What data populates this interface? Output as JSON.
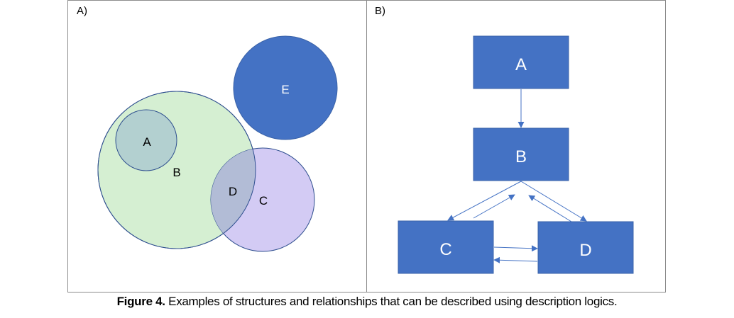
{
  "figure": {
    "caption_label": "Figure 4.",
    "caption_text": " Examples of structures and relationships that can be described using description logics."
  },
  "panel_a": {
    "label": "A)",
    "circles": [
      {
        "id": "B",
        "label": "B",
        "fill": "#d5efd2",
        "stroke": "#2f4f8f"
      },
      {
        "id": "A",
        "label": "A",
        "fill": "#b3d0d0",
        "stroke": "#2f4f8f"
      },
      {
        "id": "C",
        "label": "C",
        "fill": "#d3cbf4",
        "stroke": "#2f4f8f"
      },
      {
        "id": "D",
        "label": "D",
        "fill": "#b2bcd6",
        "stroke": "#2f4f8f"
      },
      {
        "id": "E",
        "label": "E",
        "fill": "#4472c4",
        "stroke": "#3a62a8"
      }
    ],
    "relations": [
      "A is contained in B",
      "D is the overlap of B and C",
      "E is disjoint from B and C"
    ]
  },
  "panel_b": {
    "label": "B)",
    "box_color": "#4472c4",
    "edge_color": "#4472c4",
    "nodes": [
      {
        "id": "A",
        "label": "A"
      },
      {
        "id": "B",
        "label": "B"
      },
      {
        "id": "C",
        "label": "C"
      },
      {
        "id": "D",
        "label": "D"
      }
    ],
    "edges": [
      {
        "from": "A",
        "to": "B"
      },
      {
        "from": "B",
        "to": "C"
      },
      {
        "from": "C",
        "to": "B"
      },
      {
        "from": "B",
        "to": "D"
      },
      {
        "from": "D",
        "to": "B"
      },
      {
        "from": "C",
        "to": "D"
      },
      {
        "from": "D",
        "to": "C"
      }
    ]
  }
}
